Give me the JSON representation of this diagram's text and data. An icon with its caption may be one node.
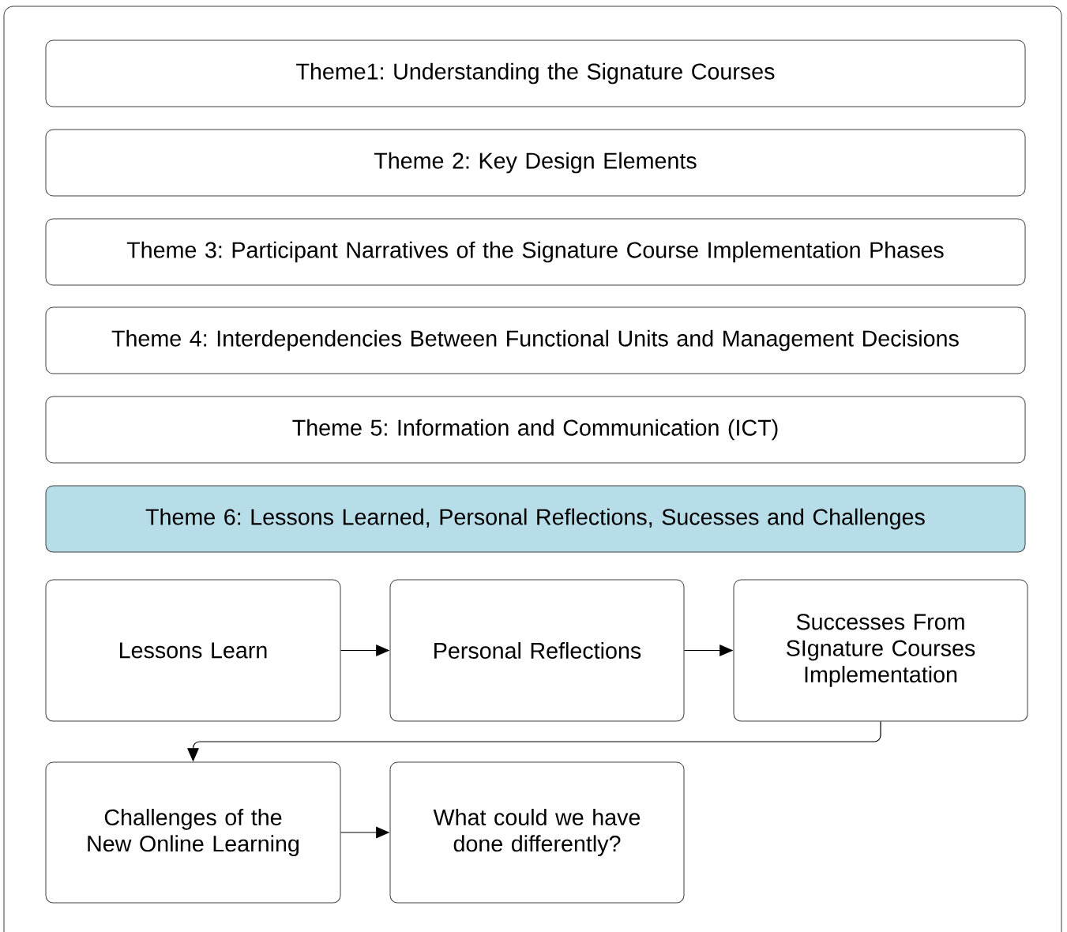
{
  "diagram": {
    "nodes": [
      {
        "text": [
          "Theme1: Understanding the Signature Courses"
        ]
      },
      {
        "text": [
          "Theme 2: Key Design Elements"
        ]
      },
      {
        "text": [
          "Theme 3: Participant Narratives of the Signature Course Implementation Phases"
        ]
      },
      {
        "text": [
          "Theme 4: Interdependencies Between Functional Units and Management Decisions"
        ]
      },
      {
        "text": [
          "Theme 5: Information and Communication (ICT)"
        ]
      },
      {
        "text": [
          "Theme 6: Lessons Learned, Personal Reflections, Sucesses and Challenges"
        ]
      },
      {
        "text": [
          "Lessons Learn"
        ]
      },
      {
        "text": [
          "Personal Reflections"
        ]
      },
      {
        "text": [
          "Successes From SIgnature Courses Implementation"
        ]
      },
      {
        "text": [
          "Challenges of the New Online Learning"
        ]
      },
      {
        "text": [
          "What could we have done differently?"
        ]
      }
    ],
    "edges": [
      {
        "from": 6,
        "to": 7,
        "arrow": "to"
      },
      {
        "from": 7,
        "to": 8,
        "arrow": "to"
      },
      {
        "from": 8,
        "to": 9,
        "arrow": "to"
      },
      {
        "from": 9,
        "to": 10,
        "arrow": "to"
      }
    ]
  }
}
